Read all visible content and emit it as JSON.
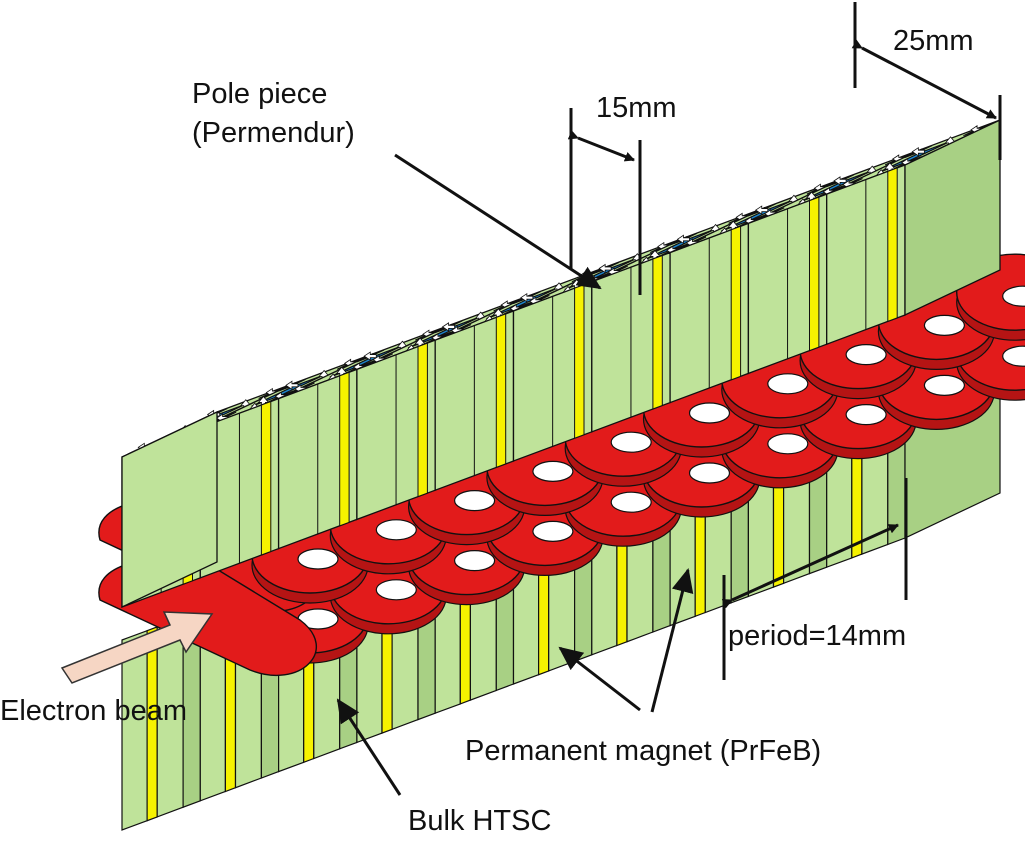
{
  "labels": {
    "pole_piece_line1": "Pole piece",
    "pole_piece_line2": "(Permendur)",
    "dim_15": "15mm",
    "dim_25": "25mm",
    "period": "period=14mm",
    "electron_beam": "Electron beam",
    "permanent_magnet": "Permanent magnet (PrFeB)",
    "bulk_htsc": "Bulk HTSC"
  },
  "colors": {
    "magnet_green": "#bfe39a",
    "magnet_green_dark": "#a8d084",
    "magnet_yellow": "#f6f200",
    "pole_blue": "#1d86cf",
    "htsc_red": "#e21b1b",
    "htsc_red_dark": "#b51414",
    "beam_arrow": "#f6d6c4",
    "outline": "#111111"
  },
  "icons": [
    "magnetization-arrow-icon",
    "electron-beam-arrow-icon",
    "pointer-arrow-icon"
  ]
}
